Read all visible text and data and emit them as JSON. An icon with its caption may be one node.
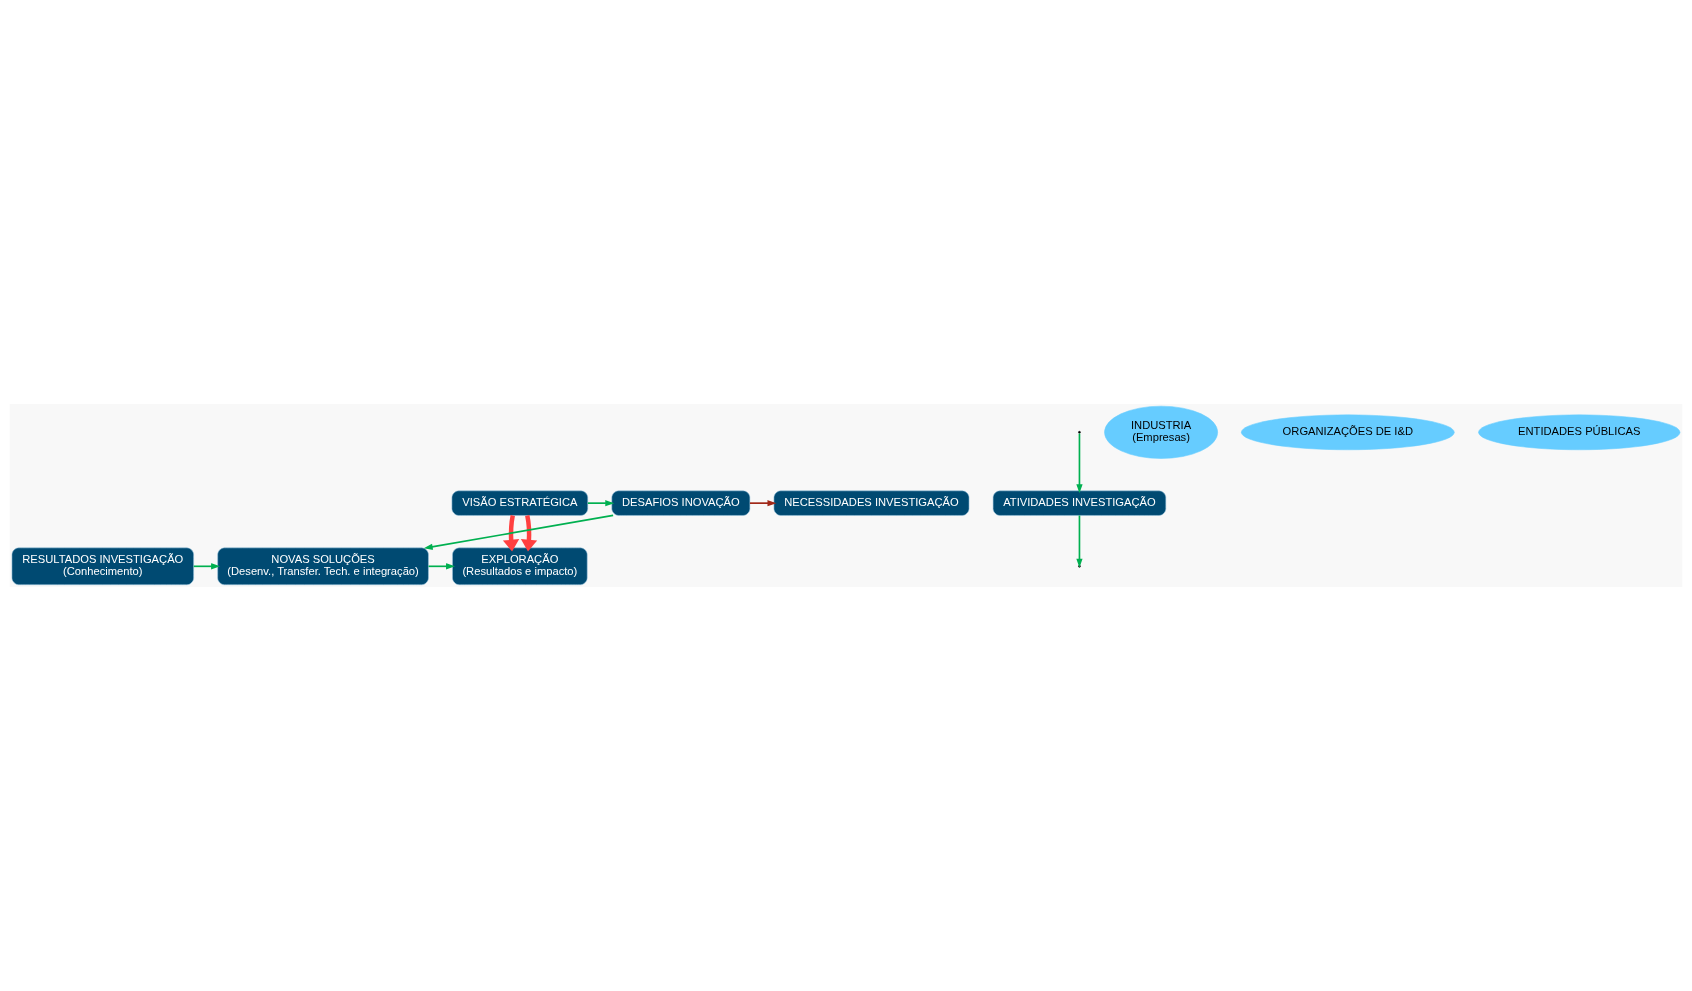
{
  "diagram": {
    "nodes": [
      {
        "text": [
          "VISÃO ESTRATÉGICA"
        ]
      },
      {
        "text": [
          "DESAFIOS INOVAÇÃO"
        ]
      },
      {
        "text": [
          "NECESSIDADES INVESTIGAÇÃO"
        ]
      },
      {
        "text": [
          "ATIVIDADES INVESTIGAÇÃO"
        ]
      },
      {
        "text": [
          "EXPLORAÇÃO",
          "(Resultados e impacto)"
        ]
      },
      {
        "text": [
          "NOVAS SOLUÇÕES",
          "(Desenv., Transfer. Tech. e integração)"
        ]
      },
      {
        "text": [
          "RESULTADOS INVESTIGAÇÃO",
          "(Conhecimento)"
        ]
      },
      {
        "text": [
          "INDUSTRIA",
          "(Empresas)"
        ]
      },
      {
        "text": [
          "ORGANIZAÇÕES DE I&D"
        ]
      },
      {
        "text": [
          "ENTIDADES PÚBLICAS"
        ]
      }
    ],
    "edges": [
      {
        "from": null,
        "to": 3,
        "arrow": "to"
      },
      {
        "from": 0,
        "to": 1,
        "arrow": "to"
      },
      {
        "from": 1,
        "to": 2,
        "arrow": "to",
        "color": "#a02818"
      },
      {
        "from": 1,
        "to": 5,
        "arrow": "to"
      },
      {
        "from": 6,
        "to": 5,
        "arrow": "to"
      },
      {
        "from": 5,
        "to": 4,
        "arrow": "to"
      },
      {
        "from": 3,
        "to": null,
        "arrow": "to"
      },
      {
        "from": 0,
        "to": 4,
        "arrow": "to",
        "style": "thick",
        "color": "#ff4040"
      },
      {
        "from": 0,
        "to": 4,
        "arrow": "to",
        "style": "thick",
        "color": "#ff4040"
      }
    ]
  }
}
